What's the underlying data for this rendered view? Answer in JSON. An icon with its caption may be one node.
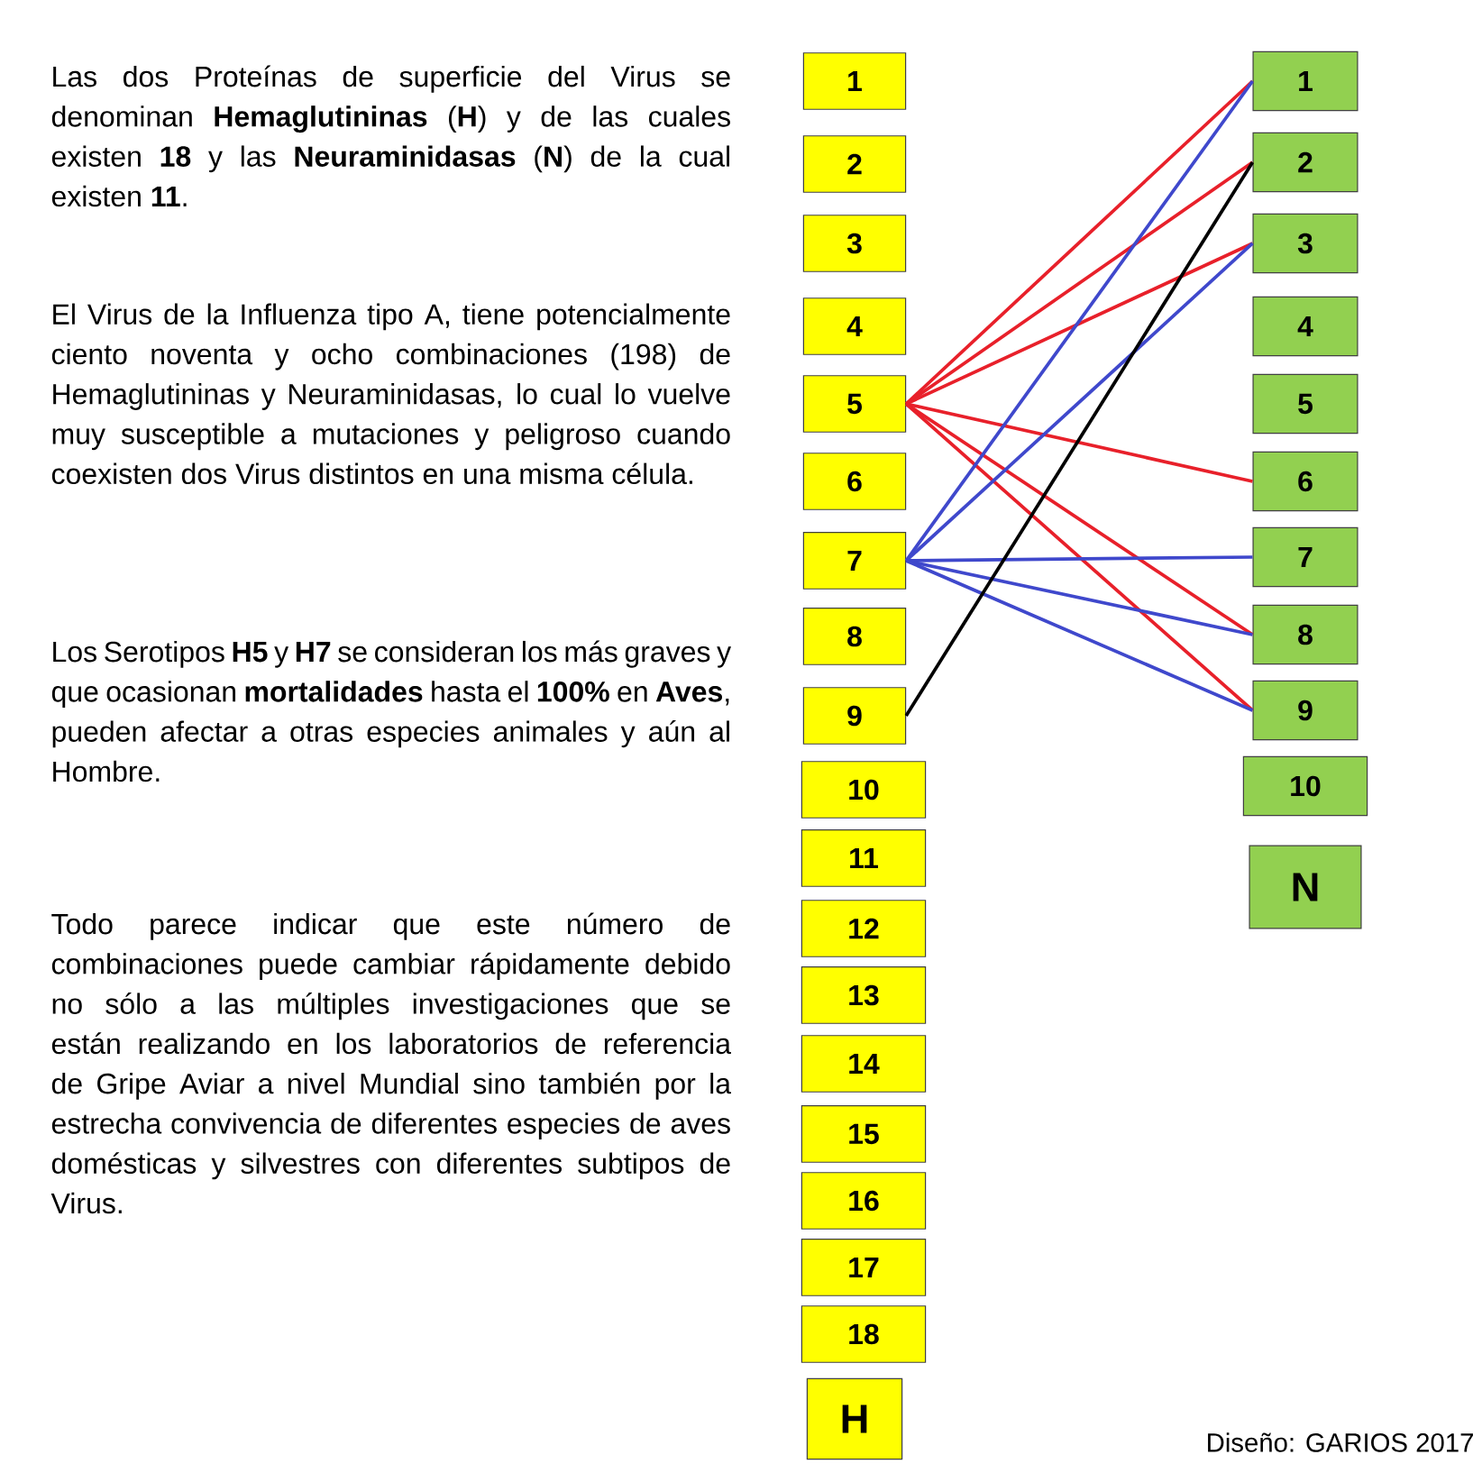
{
  "diagram": {
    "nodes": [
      {
        "text": [
          "1"
        ]
      },
      {
        "text": [
          "2"
        ]
      },
      {
        "text": [
          "3"
        ]
      },
      {
        "text": [
          "4"
        ]
      },
      {
        "text": [
          "5"
        ]
      },
      {
        "text": [
          "6"
        ]
      },
      {
        "text": [
          "7"
        ]
      },
      {
        "text": [
          "8"
        ]
      },
      {
        "text": [
          "9"
        ]
      },
      {
        "text": [
          "10"
        ]
      },
      {
        "text": [
          "11"
        ]
      },
      {
        "text": [
          "12"
        ]
      },
      {
        "text": [
          "13"
        ]
      },
      {
        "text": [
          "14"
        ]
      },
      {
        "text": [
          "15"
        ]
      },
      {
        "text": [
          "16"
        ]
      },
      {
        "text": [
          "17"
        ]
      },
      {
        "text": [
          "18"
        ]
      },
      {
        "text": [
          "H"
        ]
      },
      {
        "text": [
          "1"
        ]
      },
      {
        "text": [
          "2"
        ]
      },
      {
        "text": [
          "3"
        ]
      },
      {
        "text": [
          "4"
        ]
      },
      {
        "text": [
          "5"
        ]
      },
      {
        "text": [
          "6"
        ]
      },
      {
        "text": [
          "7"
        ]
      },
      {
        "text": [
          "8"
        ]
      },
      {
        "text": [
          "9"
        ]
      },
      {
        "text": [
          "10"
        ]
      },
      {
        "text": [
          "N"
        ]
      }
    ],
    "edges": [
      {
        "from": 4,
        "to": 19,
        "arrow": "none"
      },
      {
        "from": 4,
        "to": 20,
        "arrow": "none"
      },
      {
        "from": 4,
        "to": 21,
        "arrow": "none"
      },
      {
        "from": 4,
        "to": 24,
        "arrow": "none"
      },
      {
        "from": 4,
        "to": 26,
        "arrow": "none"
      },
      {
        "from": 4,
        "to": 27,
        "arrow": "none"
      },
      {
        "from": 6,
        "to": 19,
        "arrow": "none",
        "color": "#3f48cc"
      },
      {
        "from": 6,
        "to": 21,
        "arrow": "none",
        "color": "#3f48cc"
      },
      {
        "from": 6,
        "to": 25,
        "arrow": "none",
        "color": "#3f48cc"
      },
      {
        "from": 6,
        "to": 26,
        "arrow": "none",
        "color": "#3f48cc"
      },
      {
        "from": 6,
        "to": 27,
        "arrow": "none",
        "color": "#3f48cc"
      },
      {
        "from": 8,
        "to": 20,
        "arrow": "none",
        "color": "#000000"
      }
    ],
    "labels": [
      "Las dos Proteínas de superficie del Virus se denominan **Hemaglutininas** (**H**) y de las cuales existen **18** y las **Neuraminidasas** (**N**) de la cual existen **11**.",
      "El Virus de la Influenza tipo A, tiene potencialmente ciento noventa y ocho combinaciones (198) de Hemaglutininas y Neuraminidasas, lo cual lo vuelve muy susceptible a mutaciones y peligroso cuando coexisten dos Virus distintos en una misma célula.",
      "Los Serotipos **H5** y **H7** se consideran los más graves y que ocasionan **mortalidades** hasta el **100%** en **Aves**, pueden afectar a otras especies animales y aún al Hombre.",
      "Todo parece indicar que este número de combinaciones puede cambiar rápidamente debido no sólo a las múltiples investigaciones que se están realizando en los laboratorios de referencia de Gripe Aviar a nivel Mundial sino también por la estrecha convivencia de diferentes especies de aves domésticas y silvestres con diferentes subtipos de Virus.",
      "Diseño: GARIOS 2017"
    ]
  }
}
